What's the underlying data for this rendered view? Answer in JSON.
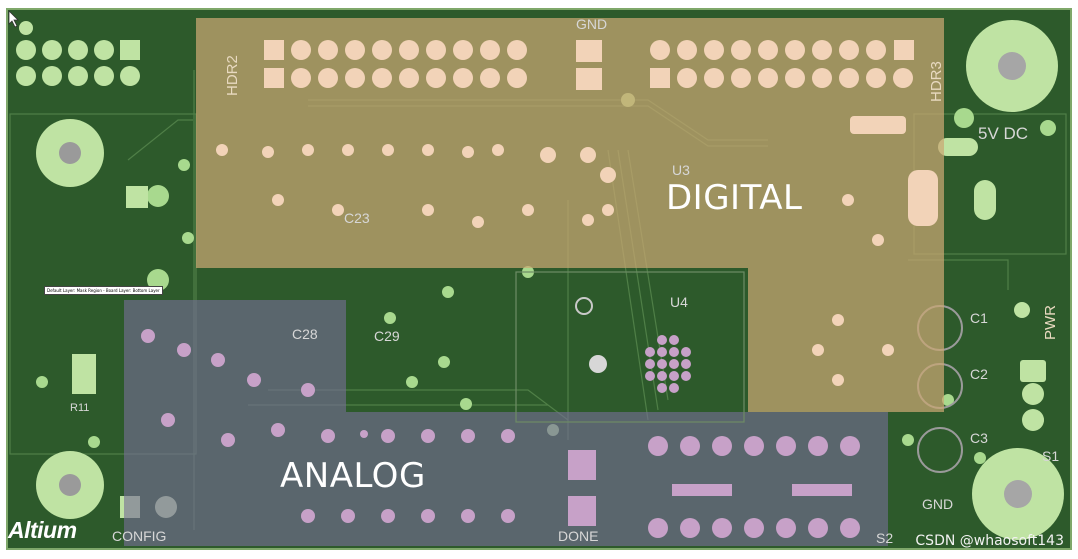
{
  "app": {
    "logo_text": "Altium",
    "watermark": "CSDN @whaosoft143"
  },
  "regions": {
    "digital_label": "DIGITAL",
    "analog_label": "ANALOG"
  },
  "silkscreen": {
    "hdr2": "HDR2",
    "hdr3": "HDR3",
    "gnd_top": "GND",
    "gnd_bottom": "GND",
    "dc_5v": "5V DC",
    "u4": "U4",
    "u3": "U3",
    "c1": "C1",
    "c2": "C2",
    "c3": "C3",
    "s1": "S1",
    "s2": "S2",
    "pwr": "PWR",
    "config": "CONFIG",
    "done": "DONE",
    "c23": "C23",
    "c28": "C28",
    "c29": "C29",
    "r11": "R11"
  },
  "layer_hint": "Default Layer: Mask Region - Board Layer: Bottom Layer",
  "colors": {
    "board": "#2d5a2b",
    "board_edge": "#7fa86a",
    "digital_overlay": "#cba873",
    "analog_overlay": "#766e96",
    "pad_light": "#f2d3b8",
    "pad_mauve": "#c7a1c8",
    "mount_hole": "#bfe3a3"
  },
  "icons": [
    "mouse-pointer-icon"
  ]
}
